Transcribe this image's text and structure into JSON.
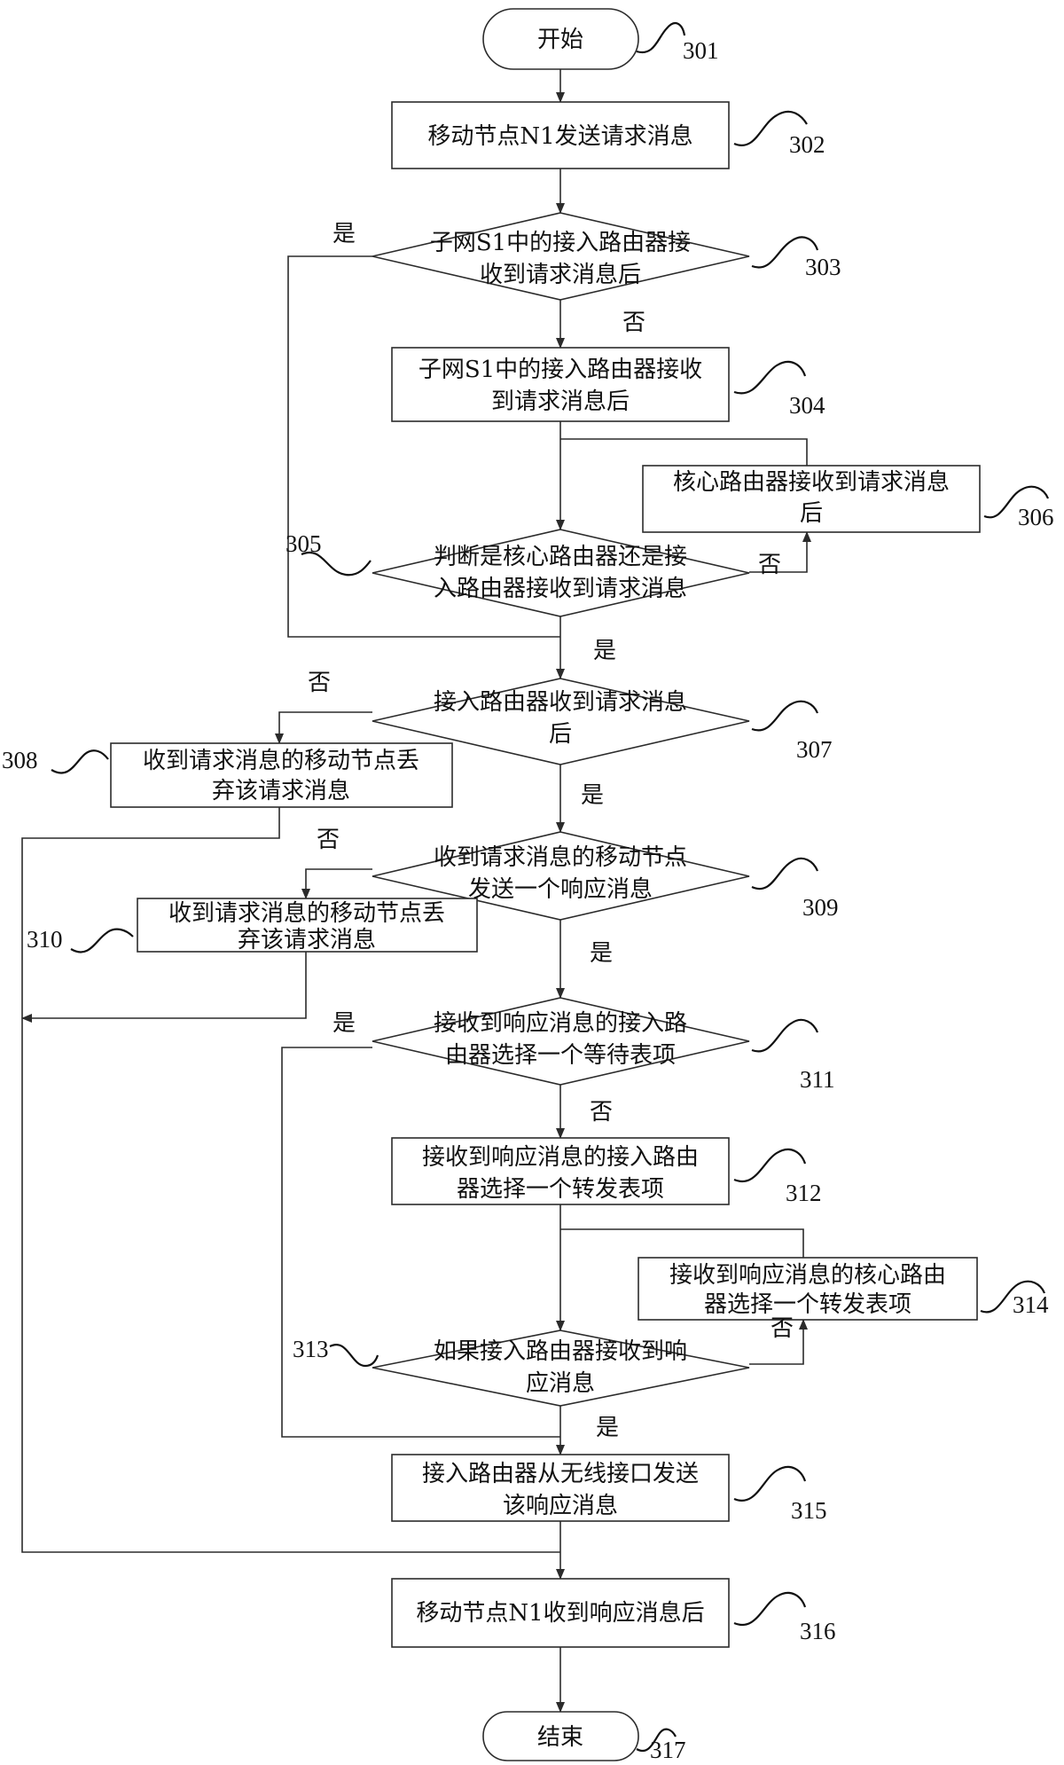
{
  "steps": {
    "s301": {
      "text": "开始",
      "ref": "301"
    },
    "s302": {
      "text": "移动节点N1发送请求消息",
      "ref": "302"
    },
    "s303": {
      "lines": [
        "子网S1中的接入路由器接",
        "收到请求消息后"
      ],
      "ref": "303"
    },
    "s304": {
      "lines": [
        "子网S1中的接入路由器接收",
        "到请求消息后"
      ],
      "ref": "304"
    },
    "s305": {
      "lines": [
        "判断是核心路由器还是接",
        "入路由器接收到请求消息"
      ],
      "ref": "305"
    },
    "s306": {
      "lines": [
        "核心路由器接收到请求消息",
        "后"
      ],
      "ref": "306"
    },
    "s307": {
      "lines": [
        "接入路由器收到请求消息",
        "后"
      ],
      "ref": "307"
    },
    "s308": {
      "lines": [
        "收到请求消息的移动节点丢",
        "弃该请求消息"
      ],
      "ref": "308"
    },
    "s309": {
      "lines": [
        "收到请求消息的移动节点",
        "发送一个响应消息"
      ],
      "ref": "309"
    },
    "s310": {
      "lines": [
        "收到请求消息的移动节点丢",
        "弃该请求消息"
      ],
      "ref": "310"
    },
    "s311": {
      "lines": [
        "接收到响应消息的接入路",
        "由器选择一个等待表项"
      ],
      "ref": "311"
    },
    "s312": {
      "lines": [
        "接收到响应消息的接入路由",
        "器选择一个转发表项"
      ],
      "ref": "312"
    },
    "s313": {
      "lines": [
        "如果接入路由器接收到响",
        "应消息"
      ],
      "ref": "313"
    },
    "s314": {
      "lines": [
        "接收到响应消息的核心路由",
        "器选择一个转发表项"
      ],
      "ref": "314"
    },
    "s315": {
      "lines": [
        "接入路由器从无线接口发送",
        "该响应消息"
      ],
      "ref": "315"
    },
    "s316": {
      "text": "移动节点N1收到响应消息后",
      "ref": "316"
    },
    "s317": {
      "text": "结束",
      "ref": "317"
    }
  },
  "labels": {
    "yes": "是",
    "no": "否"
  }
}
